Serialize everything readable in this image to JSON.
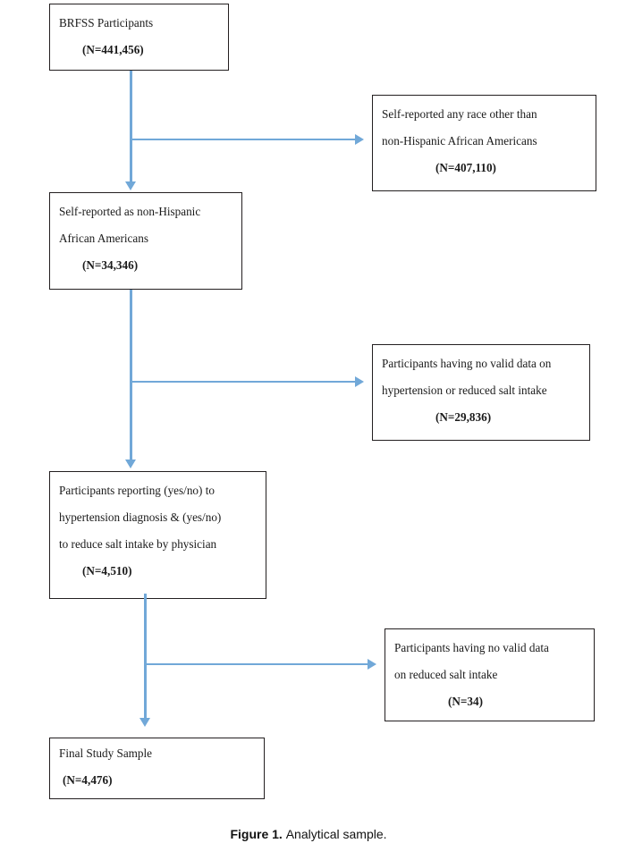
{
  "figure": {
    "caption_label": "Figure 1.",
    "caption_text": "Analytical sample.",
    "accent_color": "#71a8d8",
    "box_border_color": "#231f20",
    "background_color": "#ffffff"
  },
  "flow": {
    "main_nodes": [
      {
        "id": "brfss-participants",
        "lines": [
          "BRFSS Participants"
        ],
        "count": "(N=441,456)"
      },
      {
        "id": "self-reported-nh-african-american",
        "lines": [
          "Self-reported as non-Hispanic",
          "African Americans"
        ],
        "count": "(N=34,346)"
      },
      {
        "id": "participants-reporting-yes-no",
        "lines": [
          "Participants reporting (yes/no) to",
          "hypertension diagnosis & (yes/no)",
          "to reduce salt intake by physician"
        ],
        "count": "(N=4,510)"
      },
      {
        "id": "final-study-sample",
        "lines": [
          "Final Study Sample"
        ],
        "count": "(N=4,476)"
      }
    ],
    "excluded_nodes": [
      {
        "id": "excluded-other-race",
        "lines": [
          "Self-reported any race other than",
          "non-Hispanic African Americans"
        ],
        "count": "(N=407,110)"
      },
      {
        "id": "excluded-no-valid-hypertension-salt",
        "lines": [
          "Participants having no valid data on",
          "hypertension or reduced salt intake"
        ],
        "count": "(N=29,836)"
      },
      {
        "id": "excluded-no-valid-salt",
        "lines": [
          "Participants having no valid data",
          "on reduced salt intake"
        ],
        "count": "(N=34)"
      }
    ]
  }
}
